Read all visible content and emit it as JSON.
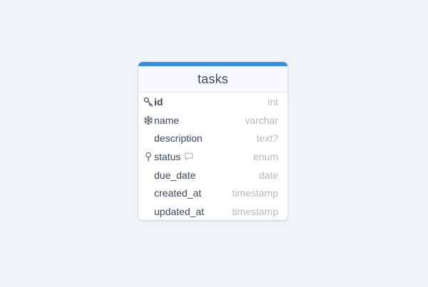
{
  "table": {
    "name": "tasks",
    "accent_color": "#3b8fd9",
    "columns": [
      {
        "name": "id",
        "type": "int",
        "icon": "key-icon",
        "primary_key": true
      },
      {
        "name": "name",
        "type": "varchar",
        "icon": "snowflake-icon"
      },
      {
        "name": "description",
        "type": "text?",
        "icon": ""
      },
      {
        "name": "status",
        "type": "enum",
        "icon": "pin-icon",
        "note_icon": "comment-icon"
      },
      {
        "name": "due_date",
        "type": "date",
        "icon": ""
      },
      {
        "name": "created_at",
        "type": "timestamp",
        "icon": ""
      },
      {
        "name": "updated_at",
        "type": "timestamp",
        "icon": ""
      }
    ]
  }
}
